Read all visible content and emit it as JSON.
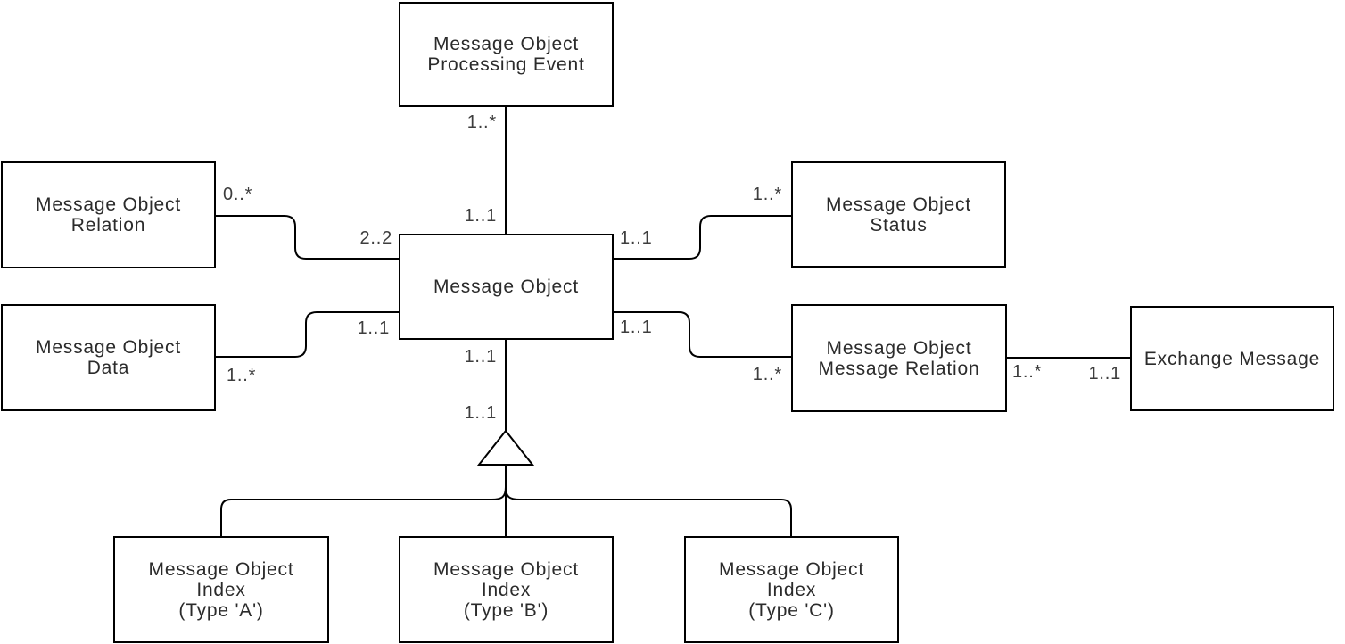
{
  "diagram": {
    "kind": "uml-entity-relationship-diagram",
    "colors": {
      "background": "#ffffff",
      "line": "#000000",
      "box_border": "#000000",
      "box_fill": "#ffffff",
      "box_text": "#2b2b2b",
      "cardinality_text": "#3d3d3d"
    },
    "entities": [
      {
        "id": "message-object-processing-event",
        "lines": [
          "Message Object",
          "Processing Event"
        ]
      },
      {
        "id": "message-object-relation",
        "lines": [
          "Message Object",
          "Relation"
        ]
      },
      {
        "id": "message-object-status",
        "lines": [
          "Message Object",
          "Status"
        ]
      },
      {
        "id": "message-object",
        "lines": [
          "Message Object"
        ]
      },
      {
        "id": "message-object-data",
        "lines": [
          "Message Object",
          "Data"
        ]
      },
      {
        "id": "message-object-message-relation",
        "lines": [
          "Message Object",
          "Message Relation"
        ]
      },
      {
        "id": "exchange-message",
        "lines": [
          "Exchange Message"
        ]
      },
      {
        "id": "message-object-index-type-a",
        "lines": [
          "Message Object",
          "Index",
          "(Type 'A')"
        ]
      },
      {
        "id": "message-object-index-type-b",
        "lines": [
          "Message Object",
          "Index",
          "(Type 'B')"
        ]
      },
      {
        "id": "message-object-index-type-c",
        "lines": [
          "Message Object",
          "Index",
          "(Type 'C')"
        ]
      }
    ],
    "relationships": [
      {
        "from": "message-object-processing-event",
        "to": "message-object",
        "from_card": "1..*",
        "to_card": "1..1"
      },
      {
        "from": "message-object-relation",
        "to": "message-object",
        "from_card": "0..*",
        "to_card": "2..2"
      },
      {
        "from": "message-object",
        "to": "message-object-status",
        "from_card": "1..1",
        "to_card": "1..*"
      },
      {
        "from": "message-object-data",
        "to": "message-object",
        "from_card": "1..*",
        "to_card": "1..1"
      },
      {
        "from": "message-object",
        "to": "message-object-message-relation",
        "from_card": "1..1",
        "to_card": "1..*"
      },
      {
        "from": "message-object-message-relation",
        "to": "exchange-message",
        "from_card": "1..*",
        "to_card": "1..1"
      },
      {
        "from": "message-object",
        "to": "message-object-index-generalization",
        "from_card": "1..1",
        "to_card": "1..1"
      }
    ]
  }
}
